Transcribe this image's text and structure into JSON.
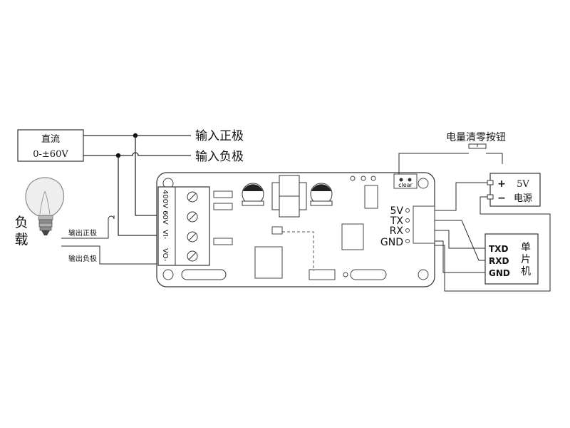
{
  "dc_source": {
    "line1": "直流",
    "line2": "0-±60V"
  },
  "inputs": {
    "positive": "输入正极",
    "negative": "输入负极"
  },
  "load": {
    "label_line1": "负",
    "label_line2": "载",
    "output_positive": "输出正极",
    "output_negative": "输出负极"
  },
  "terminal_labels": [
    "400V 60V",
    "VI-",
    "VO-"
  ],
  "clear_button": {
    "label": "电量清零按钮"
  },
  "board": {
    "clear_label": "clear",
    "pins": [
      "5V",
      "TX",
      "RX",
      "GND"
    ]
  },
  "power_5v": {
    "plus": "+",
    "minus": "−",
    "voltage": "5V",
    "name": "电源"
  },
  "mcu": {
    "pins": [
      "TXD",
      "RXD",
      "GND"
    ],
    "name": [
      "单",
      "片",
      "机"
    ]
  }
}
